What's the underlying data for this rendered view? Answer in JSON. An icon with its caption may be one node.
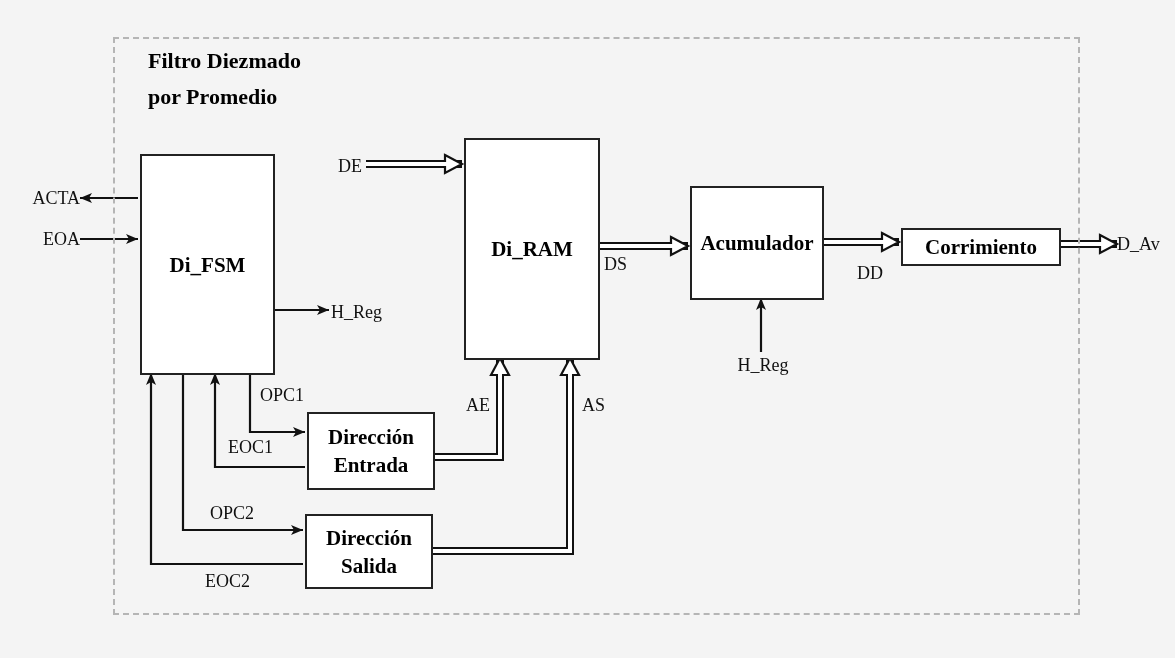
{
  "diagram": {
    "nodes": [
      {
        "text": [
          "Filtro Diezmado por Promedio"
        ]
      },
      {
        "text": [
          "Di_FSM"
        ],
        "in": 0
      },
      {
        "text": [
          "Di_RAM"
        ],
        "in": 0
      },
      {
        "text": [
          "Acumulador"
        ],
        "in": 0
      },
      {
        "text": [
          "Corrimiento"
        ],
        "in": 0
      },
      {
        "text": [
          "Dirección Entrada"
        ],
        "in": 0
      },
      {
        "text": [
          "Dirección Salida"
        ],
        "in": 0
      },
      {
        "text": [
          "ACTA"
        ]
      },
      {
        "text": [
          "EOA"
        ]
      },
      {
        "text": [
          "H_Reg"
        ],
        "in": 0
      },
      {
        "text": [
          "DE"
        ],
        "in": 0
      },
      {
        "text": [
          "H_Reg"
        ],
        "in": 0
      },
      {
        "text": [
          "D_Av"
        ]
      }
    ],
    "edges": [
      {
        "from": 1,
        "to": 7,
        "arrow": "to"
      },
      {
        "from": 8,
        "to": 1,
        "arrow": "to"
      },
      {
        "from": 1,
        "to": 9,
        "arrow": "to"
      },
      {
        "from": 10,
        "to": 2,
        "arrow": "to",
        "style": "thick"
      },
      {
        "from": 2,
        "to": 3,
        "arrow": "to",
        "label": "DS",
        "style": "thick"
      },
      {
        "from": 3,
        "to": 4,
        "arrow": "to",
        "label": "DD",
        "style": "thick"
      },
      {
        "from": 4,
        "to": 12,
        "arrow": "to",
        "style": "thick"
      },
      {
        "from": 11,
        "to": 3,
        "arrow": "to"
      },
      {
        "from": 1,
        "to": 5,
        "arrow": "to",
        "label": "OPC1"
      },
      {
        "from": 5,
        "to": 1,
        "arrow": "to",
        "label": "EOC1"
      },
      {
        "from": 1,
        "to": 6,
        "arrow": "to",
        "label": "OPC2"
      },
      {
        "from": 6,
        "to": 1,
        "arrow": "to",
        "label": "EOC2"
      },
      {
        "from": 5,
        "to": 2,
        "arrow": "to",
        "label": "AE",
        "style": "thick"
      },
      {
        "from": 6,
        "to": 2,
        "arrow": "to",
        "label": "AS",
        "style": "thick"
      }
    ]
  }
}
